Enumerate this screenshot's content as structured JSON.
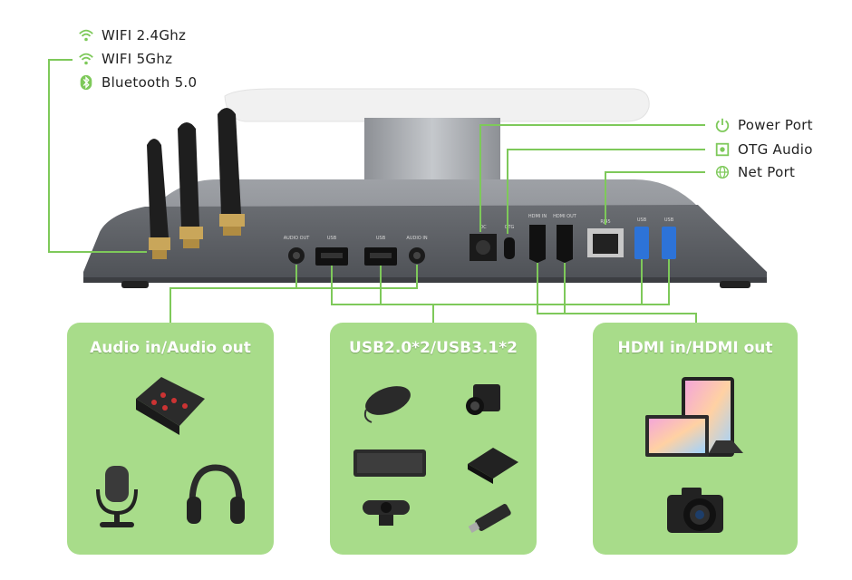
{
  "wireless": {
    "wifi24": "WIFI 2.4Ghz",
    "wifi5": "WIFI 5Ghz",
    "bluetooth": "Bluetooth 5.0"
  },
  "right_ports": {
    "power": "Power Port",
    "otg": "OTG Audio",
    "net": "Net Port"
  },
  "panel_labels": {
    "audio_out": "AUDIO OUT",
    "usb1": "USB",
    "usb2": "USB",
    "audio_in": "AUDIO IN",
    "dc": "DC",
    "otg": "OTG",
    "hdmi_in": "HDMI IN",
    "hdmi_out": "HDMI OUT",
    "rj45": "RJ45",
    "usb3": "USB",
    "usb4": "USB"
  },
  "cards": {
    "audio": "Audio in/Audio out",
    "usb": "USB2.0*2/USB3.1*2",
    "hdmi": "HDMI in/HDMI out"
  },
  "colors": {
    "accent_green": "#7ec95a",
    "card_green": "#a8dc8a",
    "device_gray": "#5b5e63"
  }
}
